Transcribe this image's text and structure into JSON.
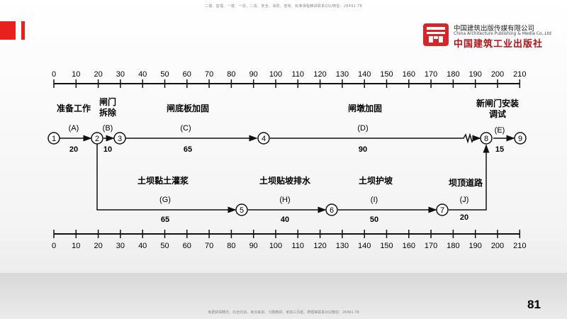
{
  "header": {
    "top_note": "二建、监理、一建、一造、二造、安全、消防、咨询、标准课程精讲联系QQ/微信：26491·78",
    "publisher_cn": "中国建筑出版传媒有限公司",
    "publisher_en": "China Architecture Publishing & Media Co.,Ltd",
    "publisher_callig": "中国建筑工业出版社"
  },
  "footer": {
    "bottom_note": "免费获得精华、内全内训、考点串讲、习题精讲、考前三页纸、押题等联系QQ/微信：26491·78",
    "page_number": "81"
  },
  "diagram": {
    "scale_ticks": [
      "0",
      "10",
      "20",
      "30",
      "40",
      "50",
      "60",
      "70",
      "80",
      "90",
      "100",
      "110",
      "120",
      "130",
      "140",
      "150",
      "160",
      "170",
      "180",
      "190",
      "200",
      "210"
    ],
    "nodes": [
      "1",
      "2",
      "3",
      "4",
      "5",
      "6",
      "7",
      "8",
      "9"
    ],
    "activities": {
      "A": {
        "name": "准备工作",
        "code": "(A)",
        "duration": "20"
      },
      "B": {
        "name_line1": "闸门",
        "name_line2": "拆除",
        "code": "(B)",
        "duration": "10"
      },
      "C": {
        "name": "闸底板加固",
        "code": "(C)",
        "duration": "65"
      },
      "D": {
        "name": "闸墩加固",
        "code": "(D)",
        "duration": "90"
      },
      "E": {
        "name_line1": "新闸门安装",
        "name_line2": "调试",
        "code": "(E)",
        "duration": "15"
      },
      "G": {
        "name": "土坝黏土灌浆",
        "code": "(G)",
        "duration": "65"
      },
      "H": {
        "name": "土坝贴坡排水",
        "code": "(H)",
        "duration": "40"
      },
      "I": {
        "name": "土坝护坡",
        "code": "(I)",
        "duration": "50"
      },
      "J": {
        "name": "坝顶道路",
        "code": "(J)",
        "duration": "20"
      }
    }
  },
  "colors": {
    "accent_red": "#e8211e",
    "calligraphy_red": "#b0141a"
  }
}
